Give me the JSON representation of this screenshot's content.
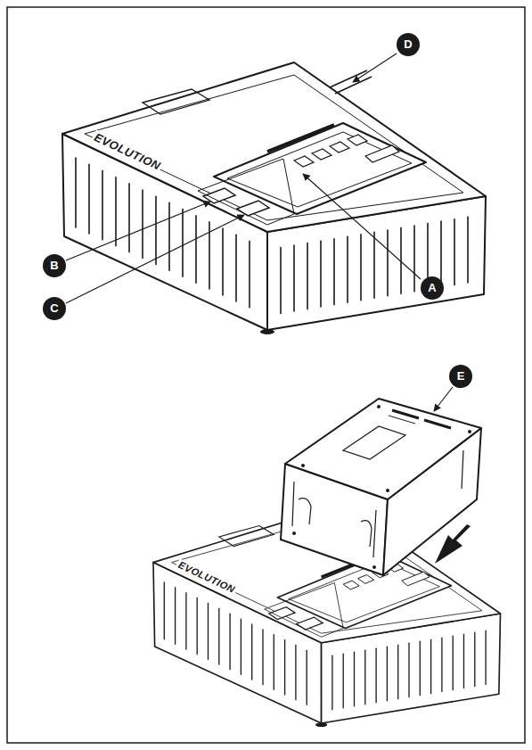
{
  "diagram": {
    "labels": [
      "D",
      "B",
      "C",
      "A",
      "E",
      "EVOLUTION",
      "EVOLUTION"
    ]
  }
}
